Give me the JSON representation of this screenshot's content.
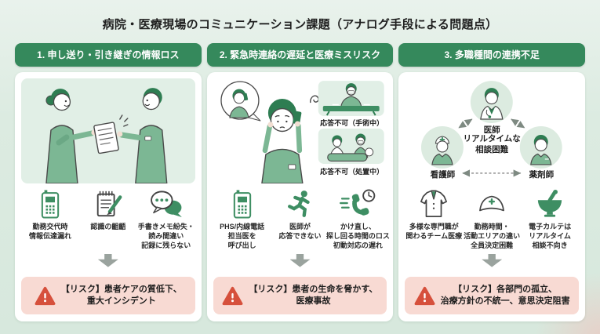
{
  "page": {
    "title": "病院・医療現場のコミュニケーション課題（アナログ手段による問題点）"
  },
  "colors": {
    "page_bg": "#DCEBE1",
    "header_green": "#35895C",
    "icon_green": "#3E8E63",
    "figure_green": "#7CB794",
    "hair_green": "#2E7D52",
    "illustration_bg": "#E1EFE6",
    "risk_bg": "#F8DAD3",
    "warning_red": "#D6503C",
    "arrow_gray": "#9AA39E",
    "text_dark": "#1F1F1F"
  },
  "panels": [
    {
      "id": "handoff-information-loss",
      "header": "1. 申し送り・引き継ぎの情報ロス",
      "illustration": "nurses-handoff-illustration",
      "items": [
        {
          "icon": "phs-phone-icon",
          "label": "勤務交代時\n情報伝達漏れ"
        },
        {
          "icon": "memo-pencil-icon",
          "label": "認識の齟齬"
        },
        {
          "icon": "chat-bubbles-icon",
          "label": "手書きメモ紛失・\n読み間違い\n記録に残らない"
        }
      ],
      "risk": "【リスク】患者ケアの質低下、\n重大インシデント"
    },
    {
      "id": "emergency-contact-delay",
      "header": "2. 緊急時連絡の遅延と医療ミスリスク",
      "illustration": "phone-call-illustration",
      "captions": [
        "応答不可（手術中）",
        "応答不可（処置中）"
      ],
      "items": [
        {
          "icon": "phs-phone-icon",
          "label": "PHS/内線電話\n担当医を\n呼び出し"
        },
        {
          "icon": "running-person-icon",
          "label": "医師が\n応答できない"
        },
        {
          "icon": "phone-callback-clock-icon",
          "label": "かけ直し、\n探し回る時間のロス\n初動対応の遅れ"
        }
      ],
      "risk": "【リスク】患者の生命を脅かす、\n医療事故"
    },
    {
      "id": "interprofessional-coordination",
      "header": "3. 多職種間の連携不足",
      "illustration": "team-diagram-illustration",
      "roles": {
        "top": "医師",
        "left": "看護師",
        "right": "薬剤師",
        "center": "リアルタイムな\n相談困難"
      },
      "items": [
        {
          "icon": "lab-coat-icon",
          "label": "多様な専門職が\n関わるチーム医療"
        },
        {
          "icon": "nurse-cap-icon",
          "label": "勤務時間・\n活動エリアの違い\n全員決定困難"
        },
        {
          "icon": "mortar-pestle-icon",
          "label": "電子カルテは\nリアルタイム\n相談不向き"
        }
      ],
      "risk": "【リスク】各部門の孤立、\n治療方針の不統一、意思決定阻害"
    }
  ]
}
